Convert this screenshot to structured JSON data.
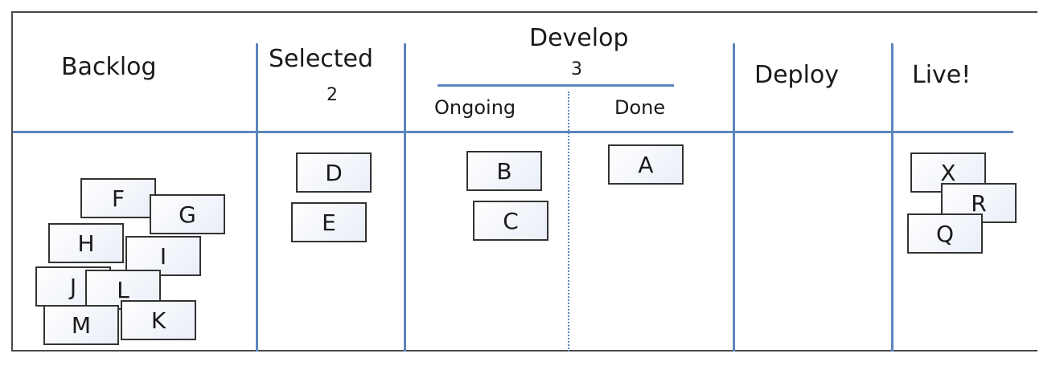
{
  "columns": {
    "backlog": {
      "title": "Backlog"
    },
    "selected": {
      "title": "Selected",
      "wip_limit": "2"
    },
    "develop": {
      "title": "Develop",
      "wip_limit": "3",
      "sub_ongoing": "Ongoing",
      "sub_done": "Done"
    },
    "deploy": {
      "title": "Deploy"
    },
    "live": {
      "title": "Live!"
    }
  },
  "cards": {
    "backlog": [
      "F",
      "G",
      "H",
      "I",
      "J",
      "L",
      "M",
      "K"
    ],
    "selected": [
      "D",
      "E"
    ],
    "develop_ongoing": [
      "B",
      "C"
    ],
    "develop_done": [
      "A"
    ],
    "live": [
      "X",
      "R",
      "Q"
    ]
  },
  "colors": {
    "divider": "#5b86bd",
    "card_border": "#333333",
    "card_fill": "#e9eef7"
  }
}
